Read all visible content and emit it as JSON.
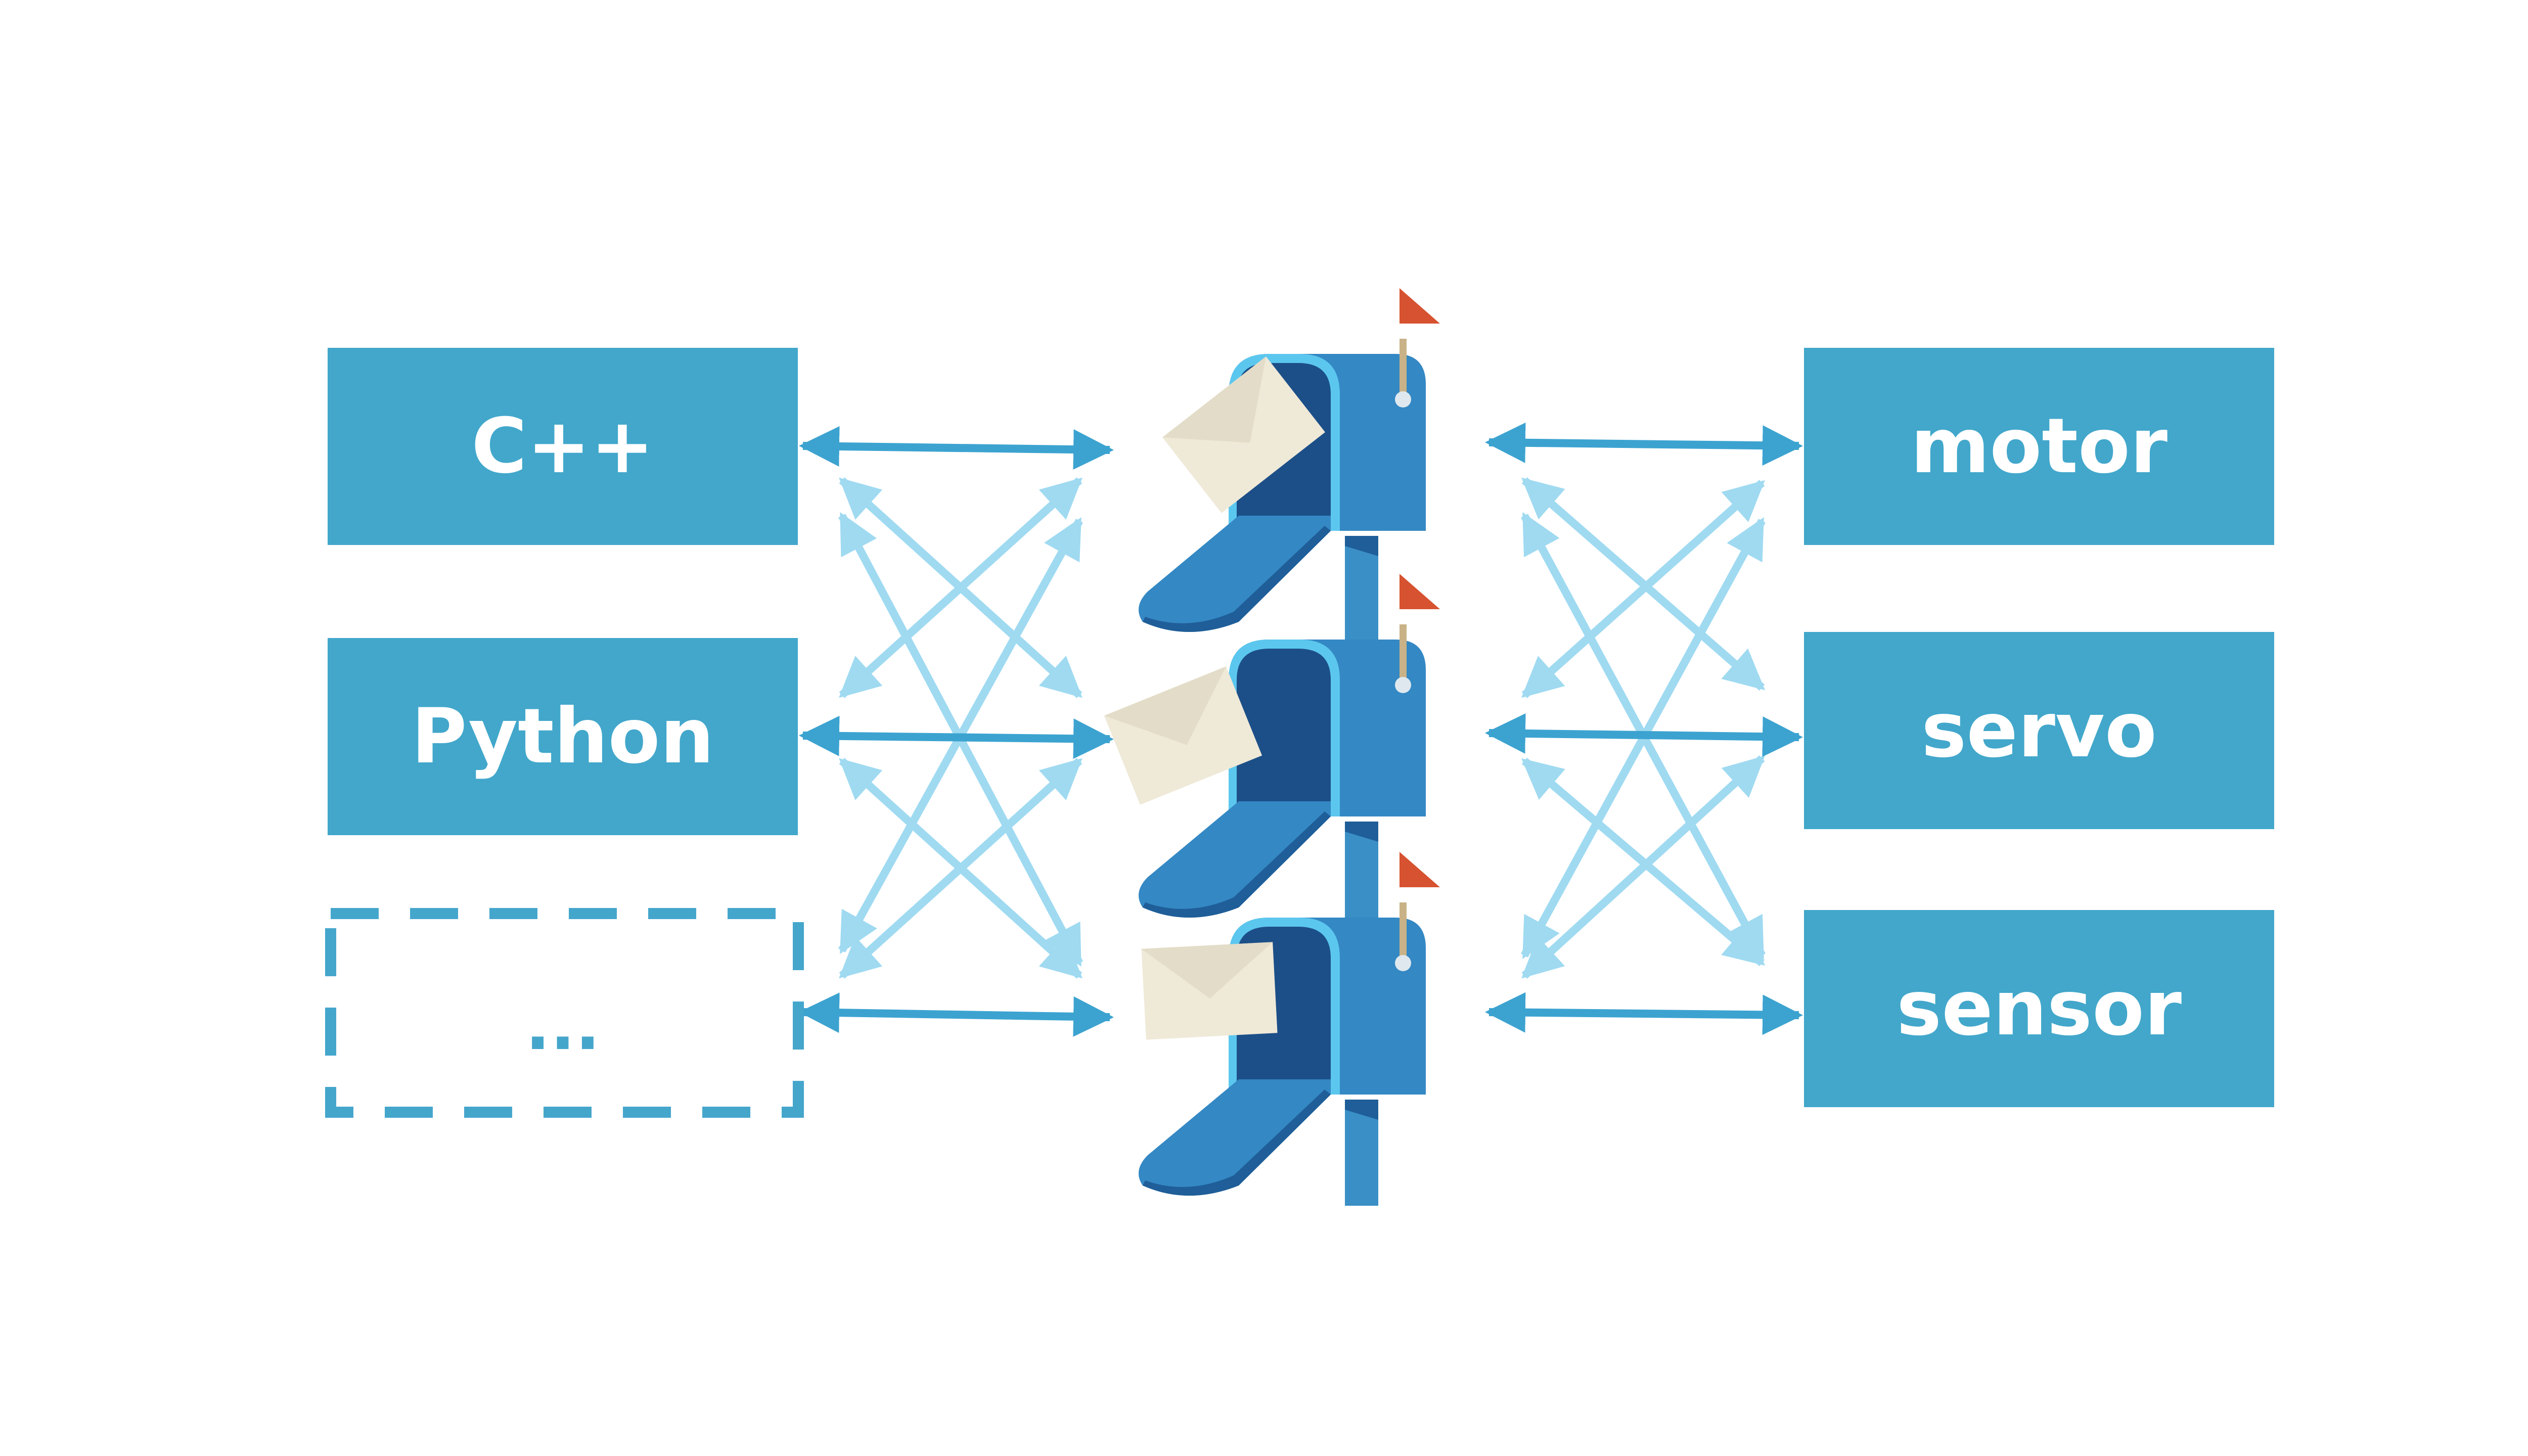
{
  "left_boxes": [
    {
      "label": "C++",
      "style": "solid"
    },
    {
      "label": "Python",
      "style": "solid"
    },
    {
      "label": "...",
      "style": "dashed"
    }
  ],
  "right_boxes": [
    {
      "label": "motor"
    },
    {
      "label": "servo"
    },
    {
      "label": "sensor"
    }
  ],
  "mailboxes": [
    {
      "icon": "mailbox-icon",
      "flag": "red-flag",
      "letter": "envelope-icon"
    },
    {
      "icon": "mailbox-icon",
      "flag": "red-flag",
      "letter": "envelope-icon"
    },
    {
      "icon": "mailbox-icon",
      "flag": "red-flag",
      "letter": "envelope-icon"
    }
  ],
  "colors": {
    "box_fill": "#42a7cb",
    "arrow_dark": "#3ca3d0",
    "arrow_light": "#9fdaf1",
    "mailbox_body": "#3488c4",
    "mailbox_inner": "#1c4f88",
    "mailbox_rim": "#5cc7ee",
    "flag": "#d65230",
    "envelope": "#efe9d8"
  }
}
